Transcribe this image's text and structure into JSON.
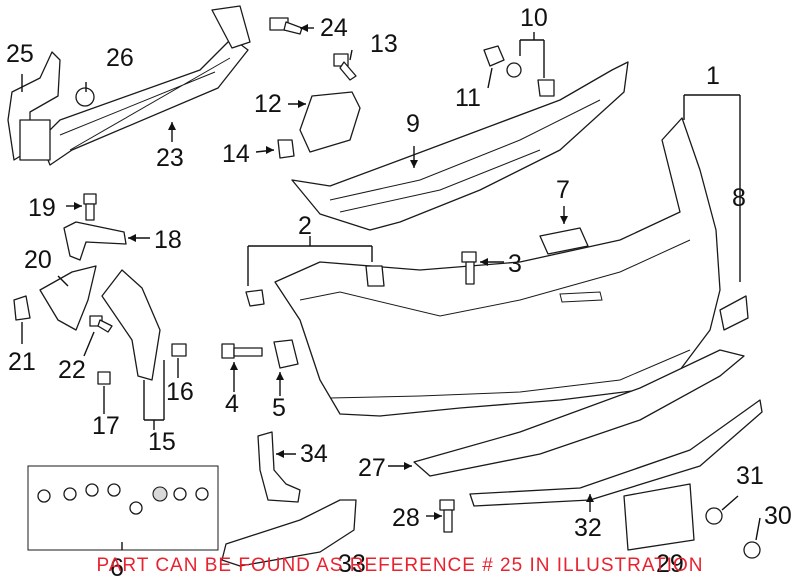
{
  "callouts": {
    "c1": "1",
    "c2": "2",
    "c3": "3",
    "c4": "4",
    "c5": "5",
    "c6": "6",
    "c7": "7",
    "c8": "8",
    "c9": "9",
    "c10": "10",
    "c11": "11",
    "c12": "12",
    "c13": "13",
    "c14": "14",
    "c15": "15",
    "c16": "16",
    "c17": "17",
    "c18": "18",
    "c19": "19",
    "c20": "20",
    "c21": "21",
    "c22": "22",
    "c23": "23",
    "c24": "24",
    "c25": "25",
    "c26": "26",
    "c27": "27",
    "c28": "28",
    "c29": "29",
    "c30": "30",
    "c31": "31",
    "c32": "32",
    "c33": "33",
    "c34": "34"
  },
  "footnote": "PART CAN BE FOUND AS REFERENCE # 25 IN ILLUSTRATION",
  "colors": {
    "footnote": "#e8222e",
    "line": "#1a1a1a",
    "background": "#ffffff"
  }
}
